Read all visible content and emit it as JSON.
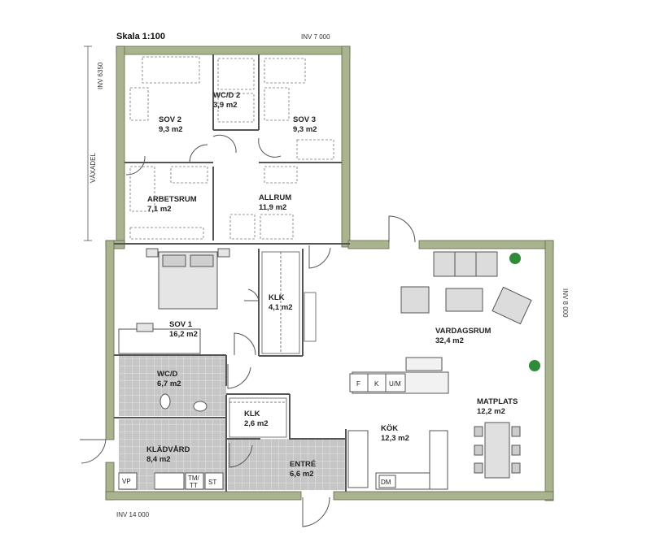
{
  "header": {
    "scale": "Skala 1:100",
    "dim_top": "INV 7 000",
    "dim_left": "INV 6350",
    "dim_right": "INV 8 000",
    "dim_bottom": "INV 14 000",
    "side_label": "VÄXADEL"
  },
  "rooms": [
    {
      "id": "sov2",
      "name": "SOV 2",
      "area": "9,3 m2"
    },
    {
      "id": "wcd2",
      "name": "WC/D 2",
      "area": "3,9 m2"
    },
    {
      "id": "sov3",
      "name": "SOV 3",
      "area": "9,3 m2"
    },
    {
      "id": "arbetsrum",
      "name": "ARBETSRUM",
      "area": "7,1 m2"
    },
    {
      "id": "allrum",
      "name": "ALLRUM",
      "area": "11,9 m2"
    },
    {
      "id": "sov1",
      "name": "SOV 1",
      "area": "16,2 m2"
    },
    {
      "id": "klk1",
      "name": "KLK",
      "area": "4,1 m2"
    },
    {
      "id": "vardagsrum",
      "name": "VARDAGSRUM",
      "area": "32,4 m2"
    },
    {
      "id": "wcd",
      "name": "WC/D",
      "area": "6,7 m2"
    },
    {
      "id": "klk2",
      "name": "KLK",
      "area": "2,6 m2"
    },
    {
      "id": "matplats",
      "name": "MATPLATS",
      "area": "12,2 m2"
    },
    {
      "id": "kok",
      "name": "KÖK",
      "area": "12,3 m2"
    },
    {
      "id": "kladvard",
      "name": "KLÄDVÅRD",
      "area": "8,4 m2"
    },
    {
      "id": "entre",
      "name": "ENTRÉ",
      "area": "6,6 m2"
    }
  ],
  "fixtures": {
    "f": "F",
    "k": "K",
    "um": "U/M",
    "vp": "VP",
    "tm1": "TM/",
    "tm2": "TT",
    "st": "ST",
    "dm": "DM"
  },
  "colors": {
    "wall": "#a9b48f",
    "tile": "#c9c9c9",
    "line": "#444444"
  }
}
